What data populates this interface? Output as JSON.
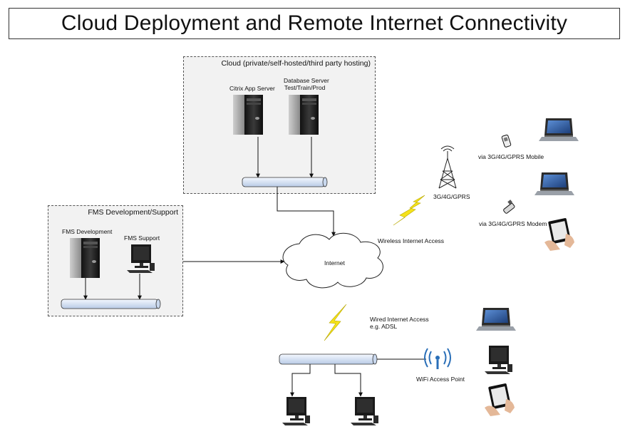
{
  "title": "Cloud Deployment and Remote Internet Connectivity",
  "cloud_zone": {
    "label": "Cloud (private/self-hosted/third party hosting)",
    "servers": [
      {
        "label": "Citrix App Server"
      },
      {
        "label_line1": "Database Server",
        "label_line2": "Test/Train/Prod"
      }
    ]
  },
  "fms_zone": {
    "label": "FMS Development/Support",
    "items": [
      {
        "label": "FMS Development"
      },
      {
        "label": "FMS Support"
      }
    ]
  },
  "internet": {
    "label": "Internet"
  },
  "wireless": {
    "tower_label": "3G/4G/GPRS",
    "access_label": "Wireless Internet Access",
    "mobile_label": "via 3G/4G/GPRS Mobile",
    "modem_label": "via 3G/4G/GPRS Modem"
  },
  "wired": {
    "label_line1": "Wired Internet Access",
    "label_line2": "e.g. ADSL",
    "wifi_label": "WiFi Access Point"
  },
  "colors": {
    "zone_bg": "#f2f2f2",
    "bus_fill": "#dce6f5",
    "lightning": "#f5e21a",
    "wifi": "#2a6fb8"
  },
  "icons": [
    "server-icon",
    "desktop-icon",
    "laptop-icon",
    "tablet-icon",
    "phone-icon",
    "usb-modem-icon",
    "tower-icon",
    "wifi-icon",
    "lightning-icon",
    "cloud-icon"
  ]
}
